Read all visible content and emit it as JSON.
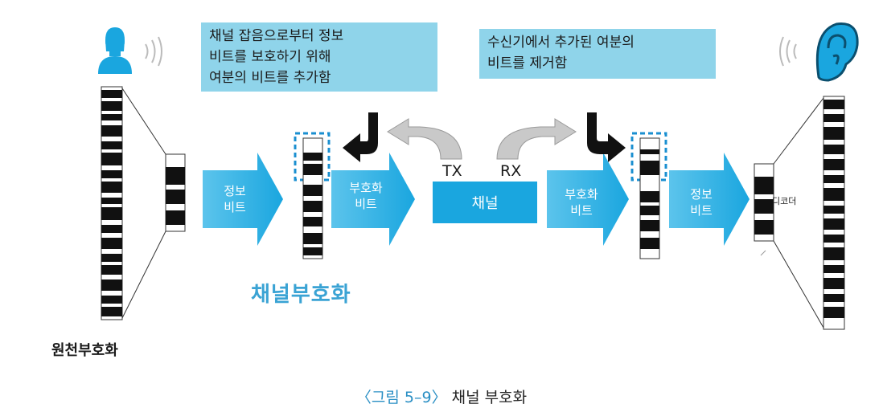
{
  "callouts": {
    "left": [
      "채널 잡음으로부터 정보",
      "비트를 보호하기 위해",
      "여분의 비트를 추가함"
    ],
    "right": [
      "수신기에서 추가된 여분의",
      "비트를 제거함"
    ]
  },
  "labels": {
    "tx": "TX",
    "rx": "RX",
    "channel": "채널",
    "channel_coding": "채널부호화",
    "source_coding": "원천부호화",
    "decoder": "디코더"
  },
  "arrows": {
    "info_bits_1": [
      "정보",
      "비트"
    ],
    "coded_bits_1": [
      "부호화",
      "비트"
    ],
    "coded_bits_2": [
      "부호화",
      "비트"
    ],
    "info_bits_2": [
      "정보",
      "비트"
    ]
  },
  "caption": {
    "number": "〈그림 5–9〉",
    "text": "채널 부호화"
  },
  "colors": {
    "accent": "#1aa6df",
    "callout_bg": "#8fd4ea",
    "arrow_blue": "#1aa6df",
    "gray_arrow": "#c9c9c9",
    "title_blue": "#3aa3d4"
  },
  "icons": [
    "person-icon",
    "sound-wave-icon",
    "ear-icon",
    "bent-arrow-icon",
    "curved-arrow-icon"
  ]
}
